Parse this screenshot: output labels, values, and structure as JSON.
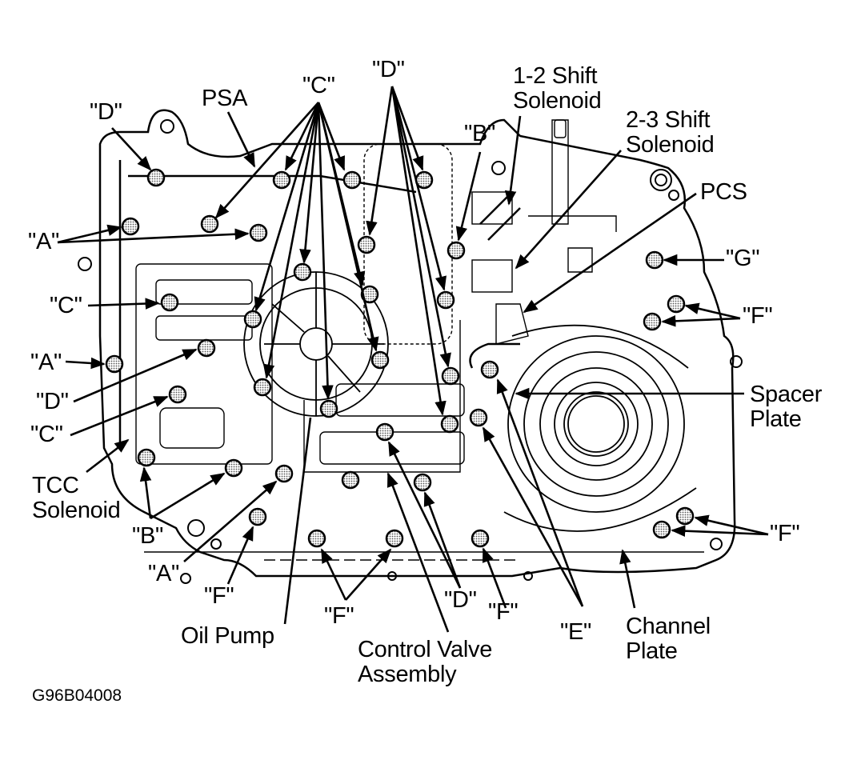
{
  "figure": {
    "code": "G96B04008",
    "subject": "Control valve assembly bolt locations"
  },
  "labels": {
    "psa": "PSA",
    "c_top": "\"C\"",
    "d_top": "\"D\"",
    "d_left": "\"D\"",
    "shift12": [
      "1-2 Shift",
      "Solenoid"
    ],
    "shift23": [
      "2-3 Shift",
      "Solenoid"
    ],
    "b_top": "\"B\"",
    "pcs": "PCS",
    "g": "\"G\"",
    "a_upper": "\"A\"",
    "c_mid": "\"C\"",
    "a_mid": "\"A\"",
    "f_right_upper": "\"F\"",
    "d_mid": "\"D\"",
    "spacer": [
      "Spacer",
      "Plate"
    ],
    "c_low": "\"C\"",
    "tcc": [
      "TCC",
      "Solenoid"
    ],
    "b_low": "\"B\"",
    "f_right_lower": "\"F\"",
    "a_low": "\"A\"",
    "f_a": "\"F\"",
    "f_b": "\"F\"",
    "d_bottom": "\"D\"",
    "f_c": "\"F\"",
    "e": "\"E\"",
    "oil_pump": "Oil Pump",
    "control_valve": [
      "Control Valve",
      "Assembly"
    ],
    "channel": [
      "Channel",
      "Plate"
    ]
  }
}
